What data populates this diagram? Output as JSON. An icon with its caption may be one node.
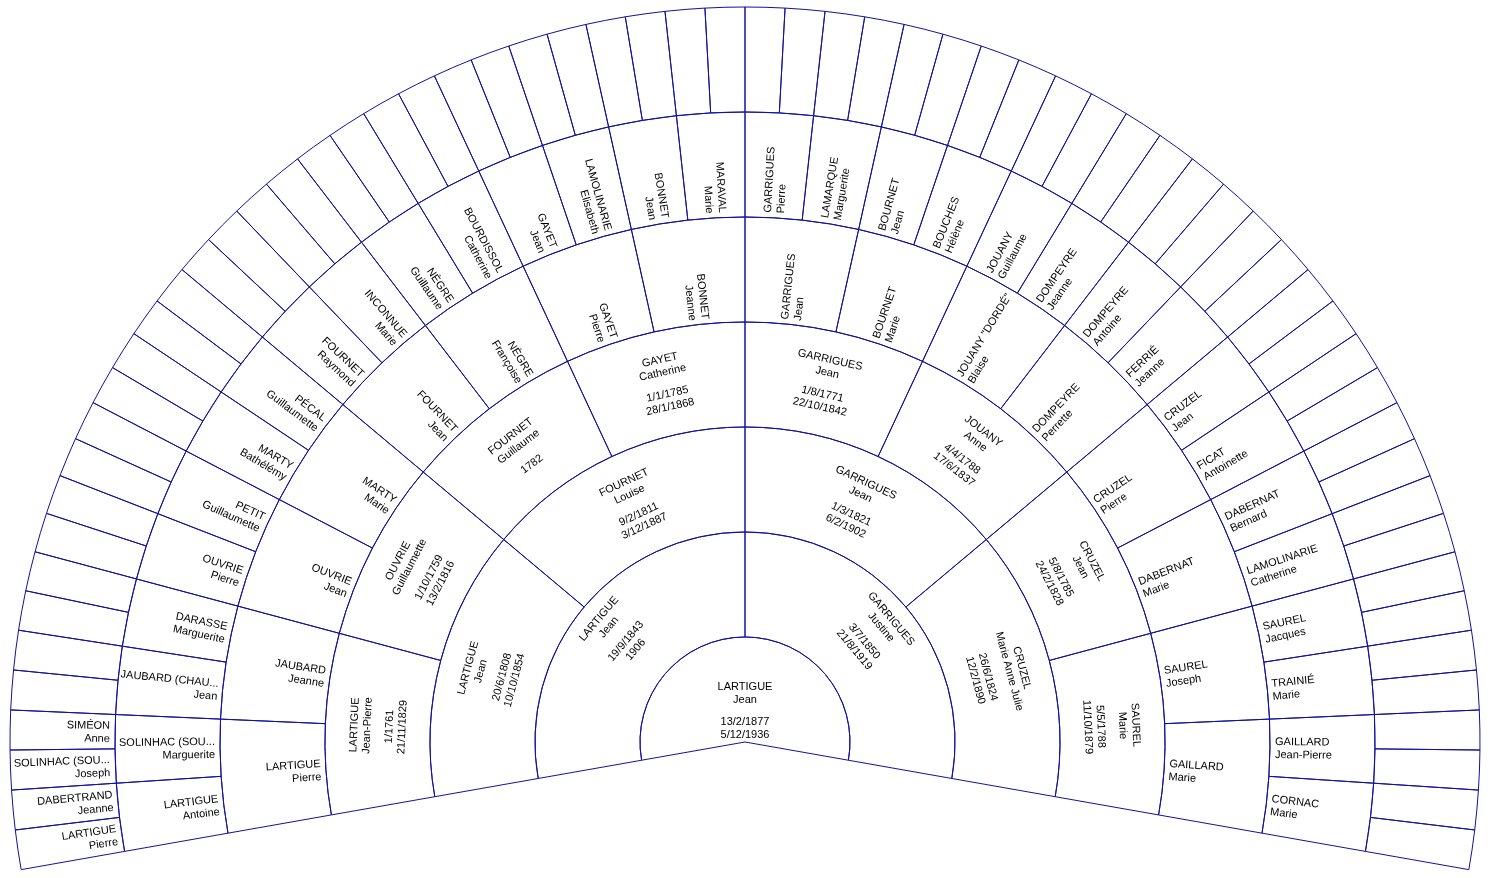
{
  "diagram": {
    "nodes": [
      {
        "text": [
          "LARTIGUE",
          "Jean",
          "13/2/1877",
          "5/12/1936"
        ]
      },
      {
        "text": [
          "LARTIGUE",
          "Jean",
          "19/9/1843",
          "1906"
        ]
      },
      {
        "text": [
          "GARRIGUES",
          "Justine",
          "3/7/1850",
          "21/8/1919"
        ]
      },
      {
        "text": [
          "LARTIGUE",
          "Jean",
          "20/6/1808",
          "10/10/1854"
        ]
      },
      {
        "text": [
          "FOURNET",
          "Louise",
          "9/2/1811",
          "3/12/1887"
        ]
      },
      {
        "text": [
          "GARRIGUES",
          "Jean",
          "1/3/1821",
          "6/2/1902"
        ]
      },
      {
        "text": [
          "CRUZEL",
          "Marie Anne Julie",
          "26/6/1824",
          "12/2/1890"
        ]
      },
      {
        "text": [
          "LARTIGUE",
          "Jean-Pierre",
          "1/1761",
          "21/11/1829"
        ]
      },
      {
        "text": [
          "OUVRIE",
          "Guillaumette",
          "1/10/1759",
          "13/2/1816"
        ]
      },
      {
        "text": [
          "FOURNET",
          "Guillaume",
          "1782"
        ]
      },
      {
        "text": [
          "GAYET",
          "Catherine",
          "1/1/1785",
          "28/1/1868"
        ]
      },
      {
        "text": [
          "GARRIGUES",
          "Jean",
          "1/8/1771",
          "22/10/1842"
        ]
      },
      {
        "text": [
          "JOUANY",
          "Anne",
          "4/4/1788",
          "17/6/1837"
        ]
      },
      {
        "text": [
          "CRUZEL",
          "Jean",
          "5/8/1785",
          "24/2/1828"
        ]
      },
      {
        "text": [
          "SAUREL",
          "Marie",
          "5/5/1788",
          "11/10/1879"
        ]
      },
      {
        "text": [
          "LARTIGUE",
          "Pierre"
        ]
      },
      {
        "text": [
          "JAUBARD",
          "Jeanne"
        ]
      },
      {
        "text": [
          "OUVRIE",
          "Jean"
        ]
      },
      {
        "text": [
          "MARTY",
          "Marie"
        ]
      },
      {
        "text": [
          "FOURNET",
          "Jean"
        ]
      },
      {
        "text": [
          "NÈGRE",
          "Françoise"
        ]
      },
      {
        "text": [
          "GAYET",
          "Pierre"
        ]
      },
      {
        "text": [
          "BONNET",
          "Jeanne"
        ]
      },
      {
        "text": [
          "GARRIGUES",
          "Jean"
        ]
      },
      {
        "text": [
          "BOURNET",
          "Marie"
        ]
      },
      {
        "text": [
          "JOUANY \"DORDÉ\"",
          "Blaise"
        ]
      },
      {
        "text": [
          "DOMPEYRE",
          "Perrette"
        ]
      },
      {
        "text": [
          "CRUZEL",
          "Pierre"
        ]
      },
      {
        "text": [
          "DABERNAT",
          "Marie"
        ]
      },
      {
        "text": [
          "SAUREL",
          "Joseph"
        ]
      },
      {
        "text": [
          "GAILLARD",
          "Marie"
        ]
      },
      {
        "text": [
          "LARTIGUE",
          "Antoine"
        ]
      },
      {
        "text": [
          "SOLINHAC (SOU...",
          "Marguerite"
        ]
      },
      {
        "text": [
          "JAUBARD (CHAU...",
          "Jean"
        ]
      },
      {
        "text": [
          "DARASSE",
          "Marguerite"
        ]
      },
      {
        "text": [
          "OUVRIE",
          "Pierre"
        ]
      },
      {
        "text": [
          "PETIT",
          "Guillaumette"
        ]
      },
      {
        "text": [
          "MARTY",
          "Bathélémy"
        ]
      },
      {
        "text": [
          "PÉCAL",
          "Guillaumette"
        ]
      },
      {
        "text": [
          "FOURNET",
          "Raymond"
        ]
      },
      {
        "text": [
          "INCONNUE",
          "Marie"
        ]
      },
      {
        "text": [
          "NÈGRE",
          "Guillaume"
        ]
      },
      {
        "text": [
          "BOURDISSOL",
          "Catherine"
        ]
      },
      {
        "text": [
          "GAYET",
          "Jean"
        ]
      },
      {
        "text": [
          "LAMOLINARIE",
          "Elisabeth"
        ]
      },
      {
        "text": [
          "BONNET",
          "Jean"
        ]
      },
      {
        "text": [
          "MARAVAL",
          "Marie"
        ]
      },
      {
        "text": [
          "GARRIGUES",
          "Pierre"
        ]
      },
      {
        "text": [
          "LAMARQUE",
          "Marguerite"
        ]
      },
      {
        "text": [
          "BOURNET",
          "Jean"
        ]
      },
      {
        "text": [
          "BOUCHES",
          "Hélène"
        ]
      },
      {
        "text": [
          "JOUANY",
          "Guillaume"
        ]
      },
      {
        "text": [
          "DOMPEYRE",
          "Jeanne"
        ]
      },
      {
        "text": [
          "DOMPEYRE",
          "Antoine"
        ]
      },
      {
        "text": [
          "FERRIÉ",
          "Jeanne"
        ]
      },
      {
        "text": [
          "CRUZEL",
          "Jean"
        ]
      },
      {
        "text": [
          "FICAT",
          "Antoinette"
        ]
      },
      {
        "text": [
          "DABERNAT",
          "Bernard"
        ]
      },
      {
        "text": [
          "LAMOLINARIE",
          "Catherine"
        ]
      },
      {
        "text": [
          "SAUREL",
          "Jacques"
        ]
      },
      {
        "text": [
          "TRAINIÉ",
          "Marie"
        ]
      },
      {
        "text": [
          "GAILLARD",
          "Jean-Pierre"
        ]
      },
      {
        "text": [
          "CORNAC",
          "Marie"
        ]
      },
      {
        "text": [
          "LARTIGUE",
          "Pierre"
        ]
      },
      {
        "text": [
          "DABERTRAND",
          "Jeanne"
        ]
      },
      {
        "text": [
          "SOLINHAC (SOU...",
          "Joseph"
        ]
      },
      {
        "text": [
          "SIMÉON",
          "Anne"
        ]
      },
      {
        "text": [],
        "shape": "sector"
      },
      {
        "text": [],
        "shape": "sector"
      },
      {
        "text": [],
        "shape": "sector"
      },
      {
        "text": [],
        "shape": "sector"
      },
      {
        "text": [],
        "shape": "sector"
      },
      {
        "text": [],
        "shape": "sector"
      },
      {
        "text": [],
        "shape": "sector"
      },
      {
        "text": [],
        "shape": "sector"
      },
      {
        "text": [],
        "shape": "sector"
      },
      {
        "text": [],
        "shape": "sector"
      },
      {
        "text": [],
        "shape": "sector"
      },
      {
        "text": [],
        "shape": "sector"
      },
      {
        "text": [],
        "shape": "sector"
      },
      {
        "text": [],
        "shape": "sector"
      },
      {
        "text": [],
        "shape": "sector"
      },
      {
        "text": [],
        "shape": "sector"
      },
      {
        "text": [],
        "shape": "sector"
      },
      {
        "text": [],
        "shape": "sector"
      },
      {
        "text": [],
        "shape": "sector"
      },
      {
        "text": [],
        "shape": "sector"
      },
      {
        "text": [],
        "shape": "sector"
      },
      {
        "text": [],
        "shape": "sector"
      },
      {
        "text": [],
        "shape": "sector"
      },
      {
        "text": [],
        "shape": "sector"
      },
      {
        "text": [],
        "shape": "sector"
      },
      {
        "text": [],
        "shape": "sector"
      },
      {
        "text": [],
        "shape": "sector"
      },
      {
        "text": [],
        "shape": "sector"
      },
      {
        "text": [],
        "shape": "sector"
      },
      {
        "text": [],
        "shape": "sector"
      },
      {
        "text": [],
        "shape": "sector"
      },
      {
        "text": [],
        "shape": "sector"
      },
      {
        "text": [],
        "shape": "sector"
      },
      {
        "text": [],
        "shape": "sector"
      },
      {
        "text": [],
        "shape": "sector"
      },
      {
        "text": [],
        "shape": "sector"
      },
      {
        "text": [],
        "shape": "sector"
      },
      {
        "text": [],
        "shape": "sector"
      },
      {
        "text": [],
        "shape": "sector"
      },
      {
        "text": [],
        "shape": "sector"
      },
      {
        "text": [],
        "shape": "sector"
      },
      {
        "text": [],
        "shape": "sector"
      },
      {
        "text": [],
        "shape": "sector"
      },
      {
        "text": [],
        "shape": "sector"
      },
      {
        "text": [],
        "shape": "sector"
      },
      {
        "text": [],
        "shape": "sector"
      },
      {
        "text": [],
        "shape": "sector"
      },
      {
        "text": [],
        "shape": "sector"
      },
      {
        "text": [],
        "shape": "sector"
      },
      {
        "text": [],
        "shape": "sector"
      },
      {
        "text": [],
        "shape": "sector"
      },
      {
        "text": [],
        "shape": "sector"
      },
      {
        "text": [],
        "shape": "sector"
      },
      {
        "text": [],
        "shape": "sector"
      },
      {
        "text": [],
        "shape": "sector"
      },
      {
        "text": [],
        "shape": "sector"
      },
      {
        "text": [],
        "shape": "sector"
      },
      {
        "text": [],
        "shape": "sector"
      },
      {
        "text": [],
        "shape": "sector"
      },
      {
        "text": [],
        "shape": "sector"
      }
    ]
  }
}
